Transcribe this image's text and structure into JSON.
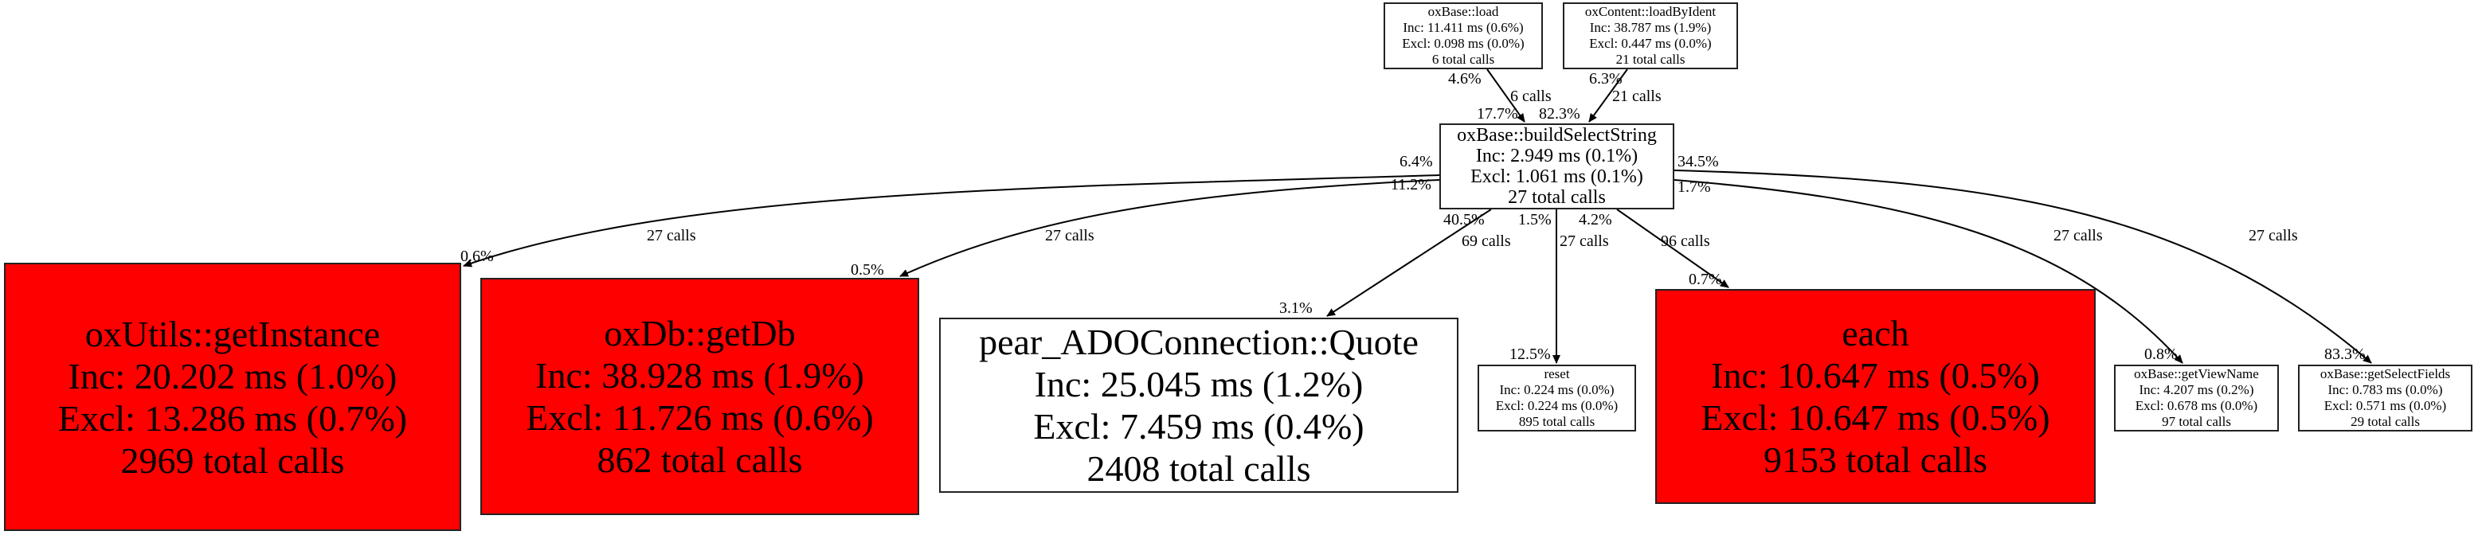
{
  "nodes": {
    "load": {
      "name": "oxBase::load",
      "inc": "Inc: 11.411 ms (0.6%)",
      "excl": "Excl: 0.098 ms (0.0%)",
      "calls": "6 total calls"
    },
    "loadByIdent": {
      "name": "oxContent::loadByIdent",
      "inc": "Inc: 38.787 ms (1.9%)",
      "excl": "Excl: 0.447 ms (0.0%)",
      "calls": "21 total calls"
    },
    "buildSelectString": {
      "name": "oxBase::buildSelectString",
      "inc": "Inc: 2.949 ms (0.1%)",
      "excl": "Excl: 1.061 ms (0.1%)",
      "calls": "27 total calls"
    },
    "getInstance": {
      "name": "oxUtils::getInstance",
      "inc": "Inc: 20.202 ms (1.0%)",
      "excl": "Excl: 13.286 ms (0.7%)",
      "calls": "2969 total calls"
    },
    "getDb": {
      "name": "oxDb::getDb",
      "inc": "Inc: 38.928 ms (1.9%)",
      "excl": "Excl: 11.726 ms (0.6%)",
      "calls": "862 total calls"
    },
    "quote": {
      "name": "pear_ADOConnection::Quote",
      "inc": "Inc: 25.045 ms (1.2%)",
      "excl": "Excl: 7.459 ms (0.4%)",
      "calls": "2408 total calls"
    },
    "reset": {
      "name": "reset",
      "inc": "Inc: 0.224 ms (0.0%)",
      "excl": "Excl: 0.224 ms (0.0%)",
      "calls": "895 total calls"
    },
    "each": {
      "name": "each",
      "inc": "Inc: 10.647 ms (0.5%)",
      "excl": "Excl: 10.647 ms (0.5%)",
      "calls": "9153 total calls"
    },
    "getViewName": {
      "name": "oxBase::getViewName",
      "inc": "Inc: 4.207 ms (0.2%)",
      "excl": "Excl: 0.678 ms (0.0%)",
      "calls": "97 total calls"
    },
    "getSelectFields": {
      "name": "oxBase::getSelectFields",
      "inc": "Inc: 0.783 ms (0.0%)",
      "excl": "Excl: 0.571 ms (0.0%)",
      "calls": "29 total calls"
    }
  },
  "edges": {
    "load_bss": {
      "calls": "6 calls",
      "src_pct": "4.6%",
      "dst_pct": "17.7%"
    },
    "lbi_bss": {
      "calls": "21 calls",
      "src_pct": "6.3%",
      "dst_pct": "82.3%"
    },
    "bss_getInstance": {
      "calls": "27 calls",
      "src_pct": "6.4%",
      "dst_pct": "0.6%"
    },
    "bss_getDb": {
      "calls": "27 calls",
      "src_pct": "11.2%",
      "dst_pct": "0.5%"
    },
    "bss_quote": {
      "calls": "69 calls",
      "src_pct": "40.5%",
      "dst_pct": "3.1%"
    },
    "bss_reset": {
      "calls": "27 calls",
      "src_pct": "1.5%",
      "dst_pct": "12.5%"
    },
    "bss_each": {
      "calls": "96 calls",
      "src_pct": "4.2%",
      "dst_pct": "0.7%"
    },
    "bss_getViewName": {
      "calls": "27 calls",
      "src_pct": "1.7%",
      "dst_pct": "0.8%"
    },
    "bss_getSelectFields": {
      "calls": "27 calls",
      "src_pct": "34.5%",
      "dst_pct": "83.3%"
    }
  },
  "colors": {
    "hot": "#ff0000",
    "normal": "#ffffff",
    "edge": "#000000"
  }
}
